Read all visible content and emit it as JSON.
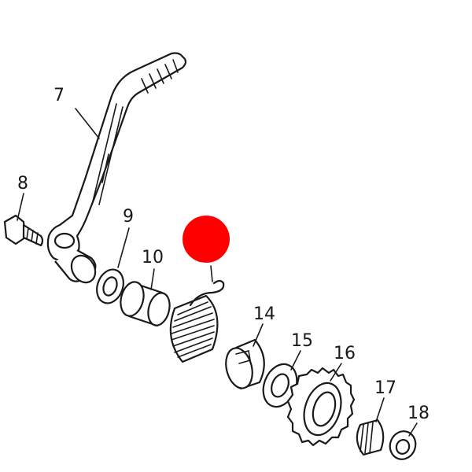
{
  "labels": {
    "lever": "7",
    "bolt": "8",
    "washer": "9",
    "bushing": "10",
    "collar": "14",
    "thrust_washer": "15",
    "gear": "16",
    "needle_bearing": "17",
    "washer_end": "18"
  },
  "colors": {
    "marker": "#ff0000",
    "line": "#1a1a1a",
    "background": "#ffffff"
  }
}
